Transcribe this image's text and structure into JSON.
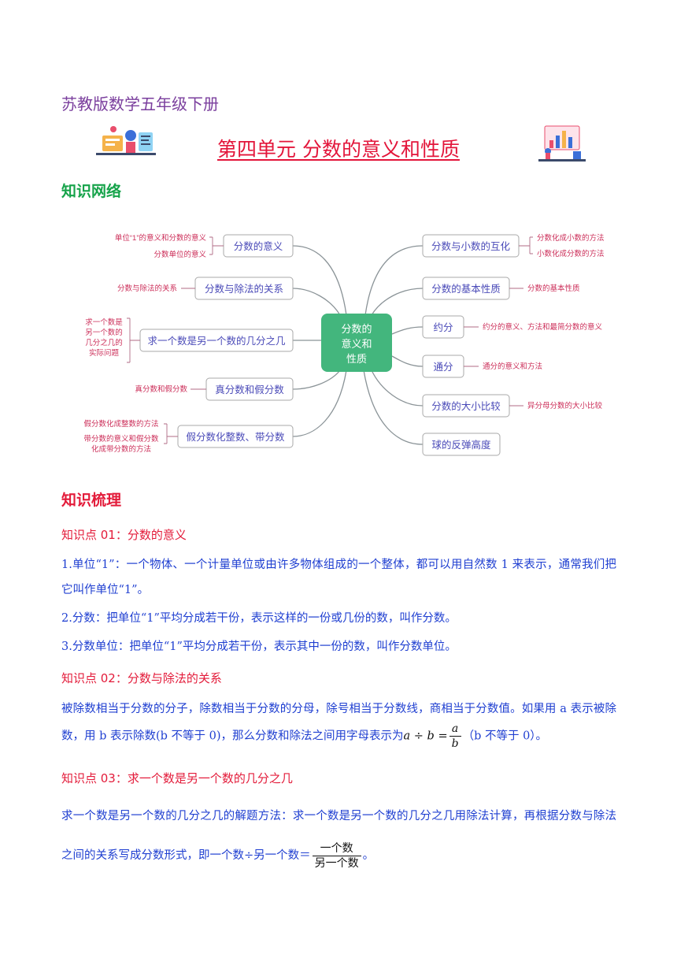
{
  "header": {
    "subtitle": "苏教版数学五年级下册",
    "unit_title": "第四单元  分数的意义和性质"
  },
  "sections": {
    "network": "知识网络",
    "review": "知识梳理"
  },
  "mindmap": {
    "center": [
      "分数的",
      "意义和",
      "性质"
    ],
    "left": [
      {
        "label": "分数的意义",
        "leaves": [
          [
            "单位“1”的意义和分数的意义"
          ],
          [
            "分数单位的意义"
          ]
        ]
      },
      {
        "label": "分数与除法的关系",
        "leaves": [
          [
            "分数与除法的关系"
          ]
        ]
      },
      {
        "label": "求一个数是另一个数的几分之几",
        "leaves": [
          [
            "求一个数是",
            "另一个数的",
            "几分之几的",
            "实际问题"
          ]
        ]
      },
      {
        "label": "真分数和假分数",
        "leaves": [
          [
            "真分数和假分数"
          ]
        ]
      },
      {
        "label": "假分数化整数、带分数",
        "leaves": [
          [
            "假分数化成整数的方法"
          ],
          [
            "带分数的意义和假分数",
            "化成带分数的方法"
          ]
        ]
      }
    ],
    "right": [
      {
        "label": "分数与小数的互化",
        "leaves": [
          [
            "分数化成小数的方法"
          ],
          [
            "小数化成分数的方法"
          ]
        ]
      },
      {
        "label": "分数的基本性质",
        "leaves": [
          [
            "分数的基本性质"
          ]
        ]
      },
      {
        "label": "约分",
        "leaves": [
          [
            "约分的意义、方法和最简分数的意义"
          ]
        ]
      },
      {
        "label": "通分",
        "leaves": [
          [
            "通分的意义和方法"
          ]
        ]
      },
      {
        "label": "分数的大小比较",
        "leaves": [
          [
            "异分母分数的大小比较"
          ]
        ]
      },
      {
        "label": "球的反弹高度",
        "leaves": []
      }
    ]
  },
  "knowledge_points": [
    {
      "title": "知识点 01：分数的意义",
      "paragraphs": [
        "1.单位“1”：一个物体、一个计量单位或由许多物体组成的一个整体，都可以用自然数 1 来表示，通常我们把它叫作单位“1”。",
        "2.分数：把单位“1”平均分成若干份，表示这样的一份或几份的数，叫作分数。",
        "3.分数单位：把单位“1”平均分成若干份，表示其中一份的数，叫作分数单位。"
      ]
    },
    {
      "title": "知识点 02：分数与除法的关系",
      "text_before": "被除数相当于分数的分子，除数相当于分数的分母，除号相当于分数线，商相当于分数值。如果用 a 表示被除数，用 b 表示除数(b 不等于 0)，那么分数和除法之间用字母表示为",
      "formula_left": "a ÷ b =",
      "formula_num": "a",
      "formula_den": "b",
      "text_after": "（b 不等于 0）。"
    },
    {
      "title": "知识点 03：求一个数是另一个数的几分之几",
      "text_before": "求一个数是另一个数的几分之几的解题方法：求一个数是另一个数的几分之几用除法计算，再根据分数与除法之间的关系写成分数形式，即一个数÷另一个数＝",
      "formula_num": "一个数",
      "formula_den": "另一个数",
      "text_after": "。"
    }
  ]
}
